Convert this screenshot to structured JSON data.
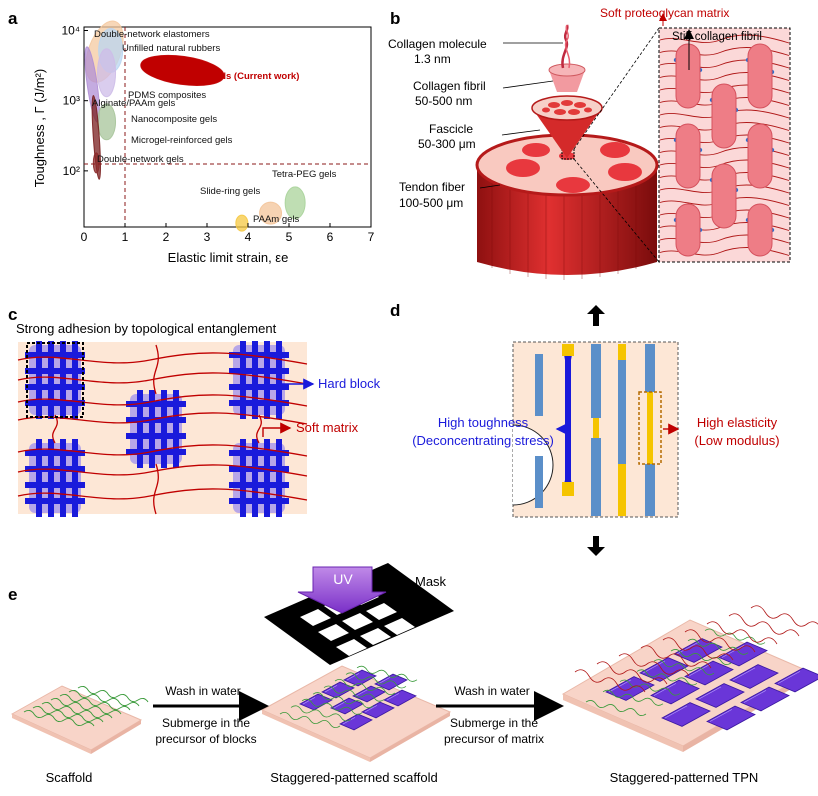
{
  "panels": {
    "a": "a",
    "b": "b",
    "c": "c",
    "d": "d",
    "e": "e"
  },
  "chart_data": {
    "type": "scatter",
    "xlabel": "Elastic limit strain, εe",
    "ylabel": "Toughness , Γ (J/m²)",
    "xlim": [
      0,
      7
    ],
    "ylim_log10": [
      1.2,
      4.05
    ],
    "log_y": true,
    "x_ticks": [
      "0",
      "1",
      "2",
      "3",
      "4",
      "5",
      "6",
      "7"
    ],
    "y_ticks": [
      "10²",
      "10³",
      "10⁴"
    ],
    "reference_lines": {
      "x": 1,
      "y": 100
    },
    "regions": [
      {
        "name": "Double-network elastomers",
        "x": 0.5,
        "y": 5000,
        "color": "#f4c9a0"
      },
      {
        "name": "Unfilled natural rubbers",
        "x": 0.65,
        "y": 5200,
        "color": "#b9d6f2"
      },
      {
        "name": "TPNs (Current work)",
        "x": 2.4,
        "y": 2700,
        "color": "#c00000"
      },
      {
        "name": "PDMS composites",
        "x": 0.55,
        "y": 2500,
        "color": "#cdbce8"
      },
      {
        "name": "Alginate/PAAm gels",
        "x": 0.2,
        "y": 1700,
        "color": "#b08fd6"
      },
      {
        "name": "Nanocomposite gels",
        "x": 0.55,
        "y": 500,
        "color": "#a7c49a"
      },
      {
        "name": "Microgel-reinforced gels",
        "x": 0.3,
        "y": 300,
        "color": "#7a1f1f"
      },
      {
        "name": "Double-network gels",
        "x": 0.3,
        "y": 130,
        "color": "#8b2a2a"
      },
      {
        "name": "Tetra-PEG gels",
        "x": 5.15,
        "y": 35,
        "color": "#a9d39a"
      },
      {
        "name": "Slide-ring gels",
        "x": 4.55,
        "y": 25,
        "color": "#f3c49a"
      },
      {
        "name": "PAAm gels",
        "x": 3.85,
        "y": 18,
        "color": "#f5c842"
      }
    ]
  },
  "panel_b": {
    "title": "Soft proteoglycan matrix",
    "stiff": "Stiff collagen fibril",
    "molecule": "Collagen molecule",
    "molecule_size": "1.3 nm",
    "fibril": "Collagen fibril",
    "fibril_size": "50-500 nm",
    "fascicle": "Fascicle",
    "fascicle_size": "50-300 μm",
    "fiber": "Tendon fiber",
    "fiber_size": "100-500 μm"
  },
  "panel_c": {
    "title": "Strong adhesion by topological entanglement",
    "hard": "Hard block",
    "soft": "Soft matrix"
  },
  "panel_d": {
    "tough1": "High toughness",
    "tough2": "(Deconcentrating stress)",
    "elastic1": "High elasticity",
    "elastic2": "(Low modulus)"
  },
  "panel_e": {
    "uv": "UV",
    "mask": "Mask",
    "wash1": "Wash in water",
    "sub1a": "Submerge in the",
    "sub1b": "precursor of blocks",
    "wash2": "Wash in water",
    "sub2a": "Submerge in the",
    "sub2b": "precursor of matrix",
    "cap1": "Scaffold",
    "cap2": "Staggered-patterned scaffold",
    "cap3": "Staggered-patterned TPN"
  },
  "colors": {
    "blue": "#1a1adb",
    "red": "#c00000",
    "dark_red": "#b51a1a",
    "pink": "#f7d9d0",
    "yellow": "#f5c400",
    "steel": "#5b8fc9"
  }
}
